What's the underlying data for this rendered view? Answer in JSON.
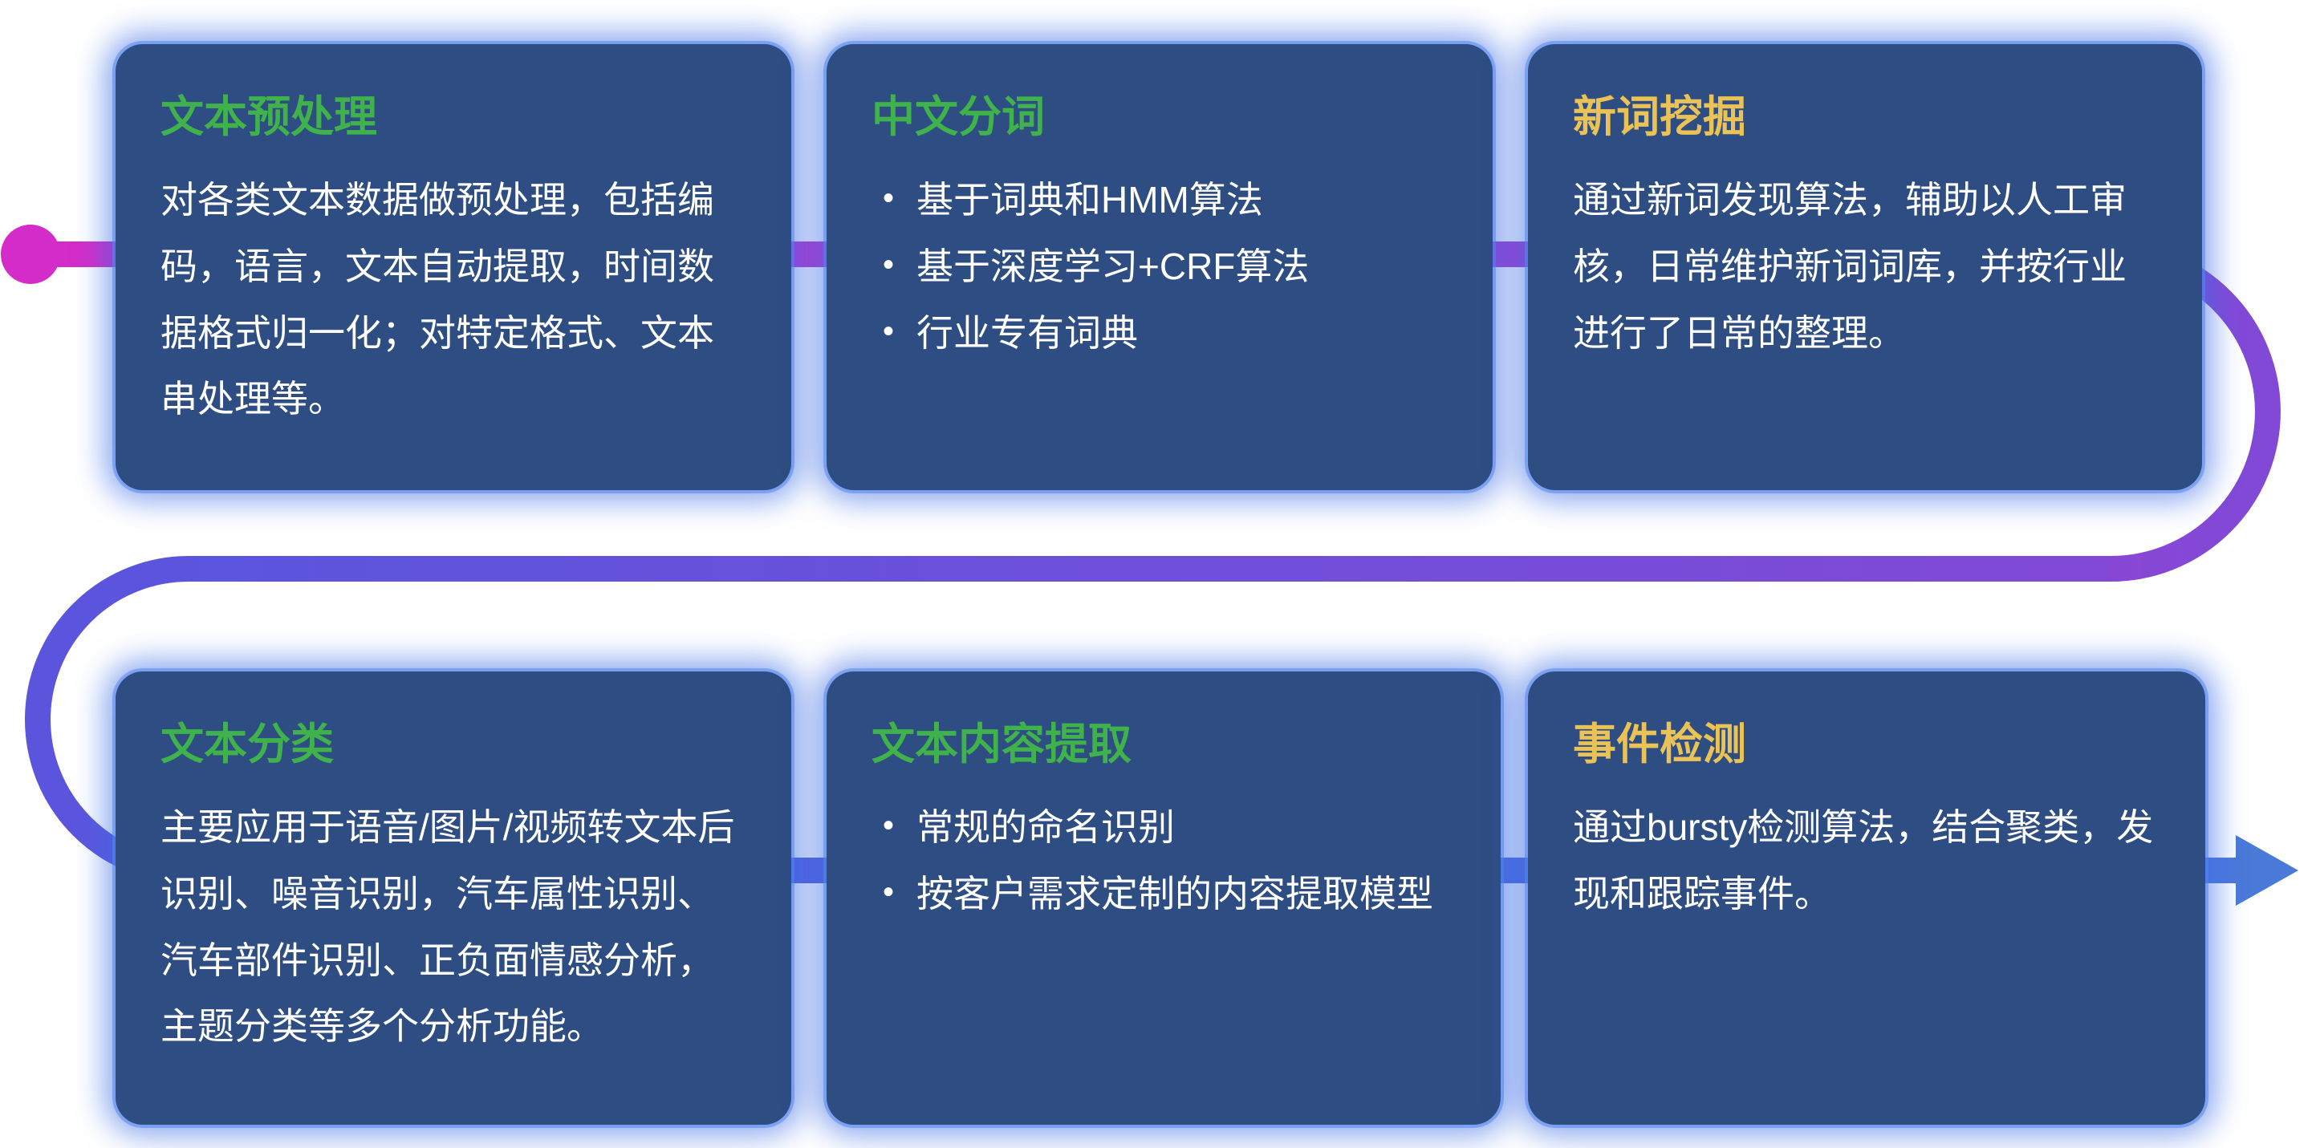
{
  "page": {
    "background": "#ffffff"
  },
  "colors": {
    "card_background": "#2e4d82",
    "card_glow_blue": "#3e6ee6",
    "title_green": "#3fb24c",
    "title_yellow": "#eac255",
    "body_text": "#ffffff",
    "flow_magenta": "#d42cc8",
    "flow_purple": "#8149d6",
    "flow_indigo": "#5b55dd",
    "flow_blue": "#4b79dd"
  },
  "flow": {
    "start_marker": "magenta-dot",
    "end_marker": "blue-arrow-right"
  },
  "cards": [
    {
      "id": "text-preprocessing",
      "title": "文本预处理",
      "title_color": "#3fb24c",
      "body": "对各类文本数据做预处理，包括编码，语言，文本自动提取，时间数据格式归一化；对特定格式、文本串处理等。"
    },
    {
      "id": "chinese-word-segmentation",
      "title": "中文分词",
      "title_color": "#3fb24c",
      "bullets": [
        "基于词典和HMM算法",
        "基于深度学习+CRF算法",
        "行业专有词典"
      ]
    },
    {
      "id": "new-word-mining",
      "title": "新词挖掘",
      "title_color": "#eac255",
      "body": "通过新词发现算法，辅助以人工审核，日常维护新词词库，并按行业进行了日常的整理。"
    },
    {
      "id": "text-classification",
      "title": "文本分类",
      "title_color": "#3fb24c",
      "body": "主要应用于语音/图片/视频转文本后识别、噪音识别，汽车属性识别、汽车部件识别、正负面情感分析，主题分类等多个分析功能。"
    },
    {
      "id": "text-content-extraction",
      "title": "文本内容提取",
      "title_color": "#3fb24c",
      "bullets": [
        "常规的命名识别",
        "按客户需求定制的内容提取模型"
      ]
    },
    {
      "id": "event-detection",
      "title": "事件检测",
      "title_color": "#eac255",
      "body": "通过bursty检测算法，结合聚类，发现和跟踪事件。"
    }
  ],
  "bullet_glyph": "•"
}
